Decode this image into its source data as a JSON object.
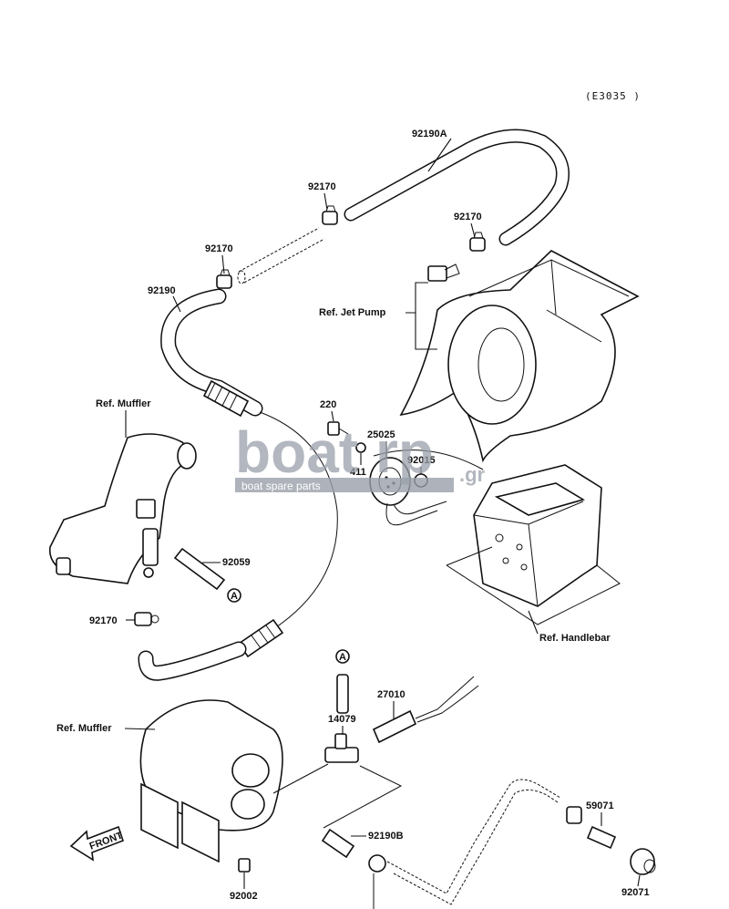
{
  "diagram_code": "(E3035 )",
  "watermark": {
    "brand_main": "boat",
    "brand_tail": "rp",
    "suffix": ".gr",
    "tagline": "boat spare parts"
  },
  "parts": {
    "p_92190A": "92190A",
    "p_92170_top": "92170",
    "p_92170_right": "92170",
    "p_92170_left": "92170",
    "p_92190": "92190",
    "ref_jet_pump": "Ref. Jet Pump",
    "ref_muffler_top": "Ref. Muffler",
    "p_220": "220",
    "p_25025": "25025",
    "p_92015": "92015",
    "p_411": "411",
    "p_92059": "92059",
    "p_92170_lower": "92170",
    "ref_handlebar": "Ref. Handlebar",
    "marker_a1": "A",
    "marker_a2": "A",
    "p_27010": "27010",
    "p_14079": "14079",
    "ref_muffler_bottom": "Ref. Muffler",
    "p_92190B": "92190B",
    "p_59071": "59071",
    "p_92071": "92071",
    "p_92002": "92002",
    "front_arrow": "FRONT"
  }
}
